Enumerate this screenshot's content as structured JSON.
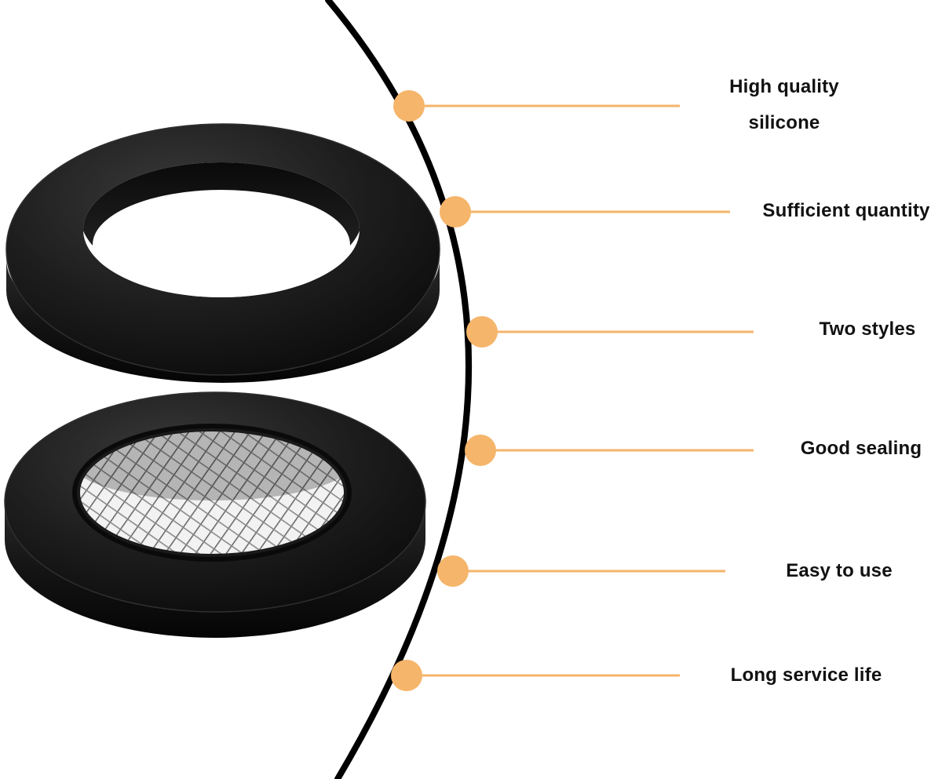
{
  "features": [
    {
      "label": "High quality\nsilicone",
      "icon": "dot-marker-icon"
    },
    {
      "label": "Sufficient quantity",
      "icon": "dot-marker-icon"
    },
    {
      "label": "Two styles",
      "icon": "dot-marker-icon"
    },
    {
      "label": "Good sealing",
      "icon": "dot-marker-icon"
    },
    {
      "label": "Easy to use",
      "icon": "dot-marker-icon"
    },
    {
      "label": "Long service life",
      "icon": "dot-marker-icon"
    }
  ],
  "colors": {
    "accent": "#f5b56a",
    "arc": "#000000",
    "rubber": "#141414",
    "mesh": "#d9d9d9",
    "text": "#111111"
  }
}
